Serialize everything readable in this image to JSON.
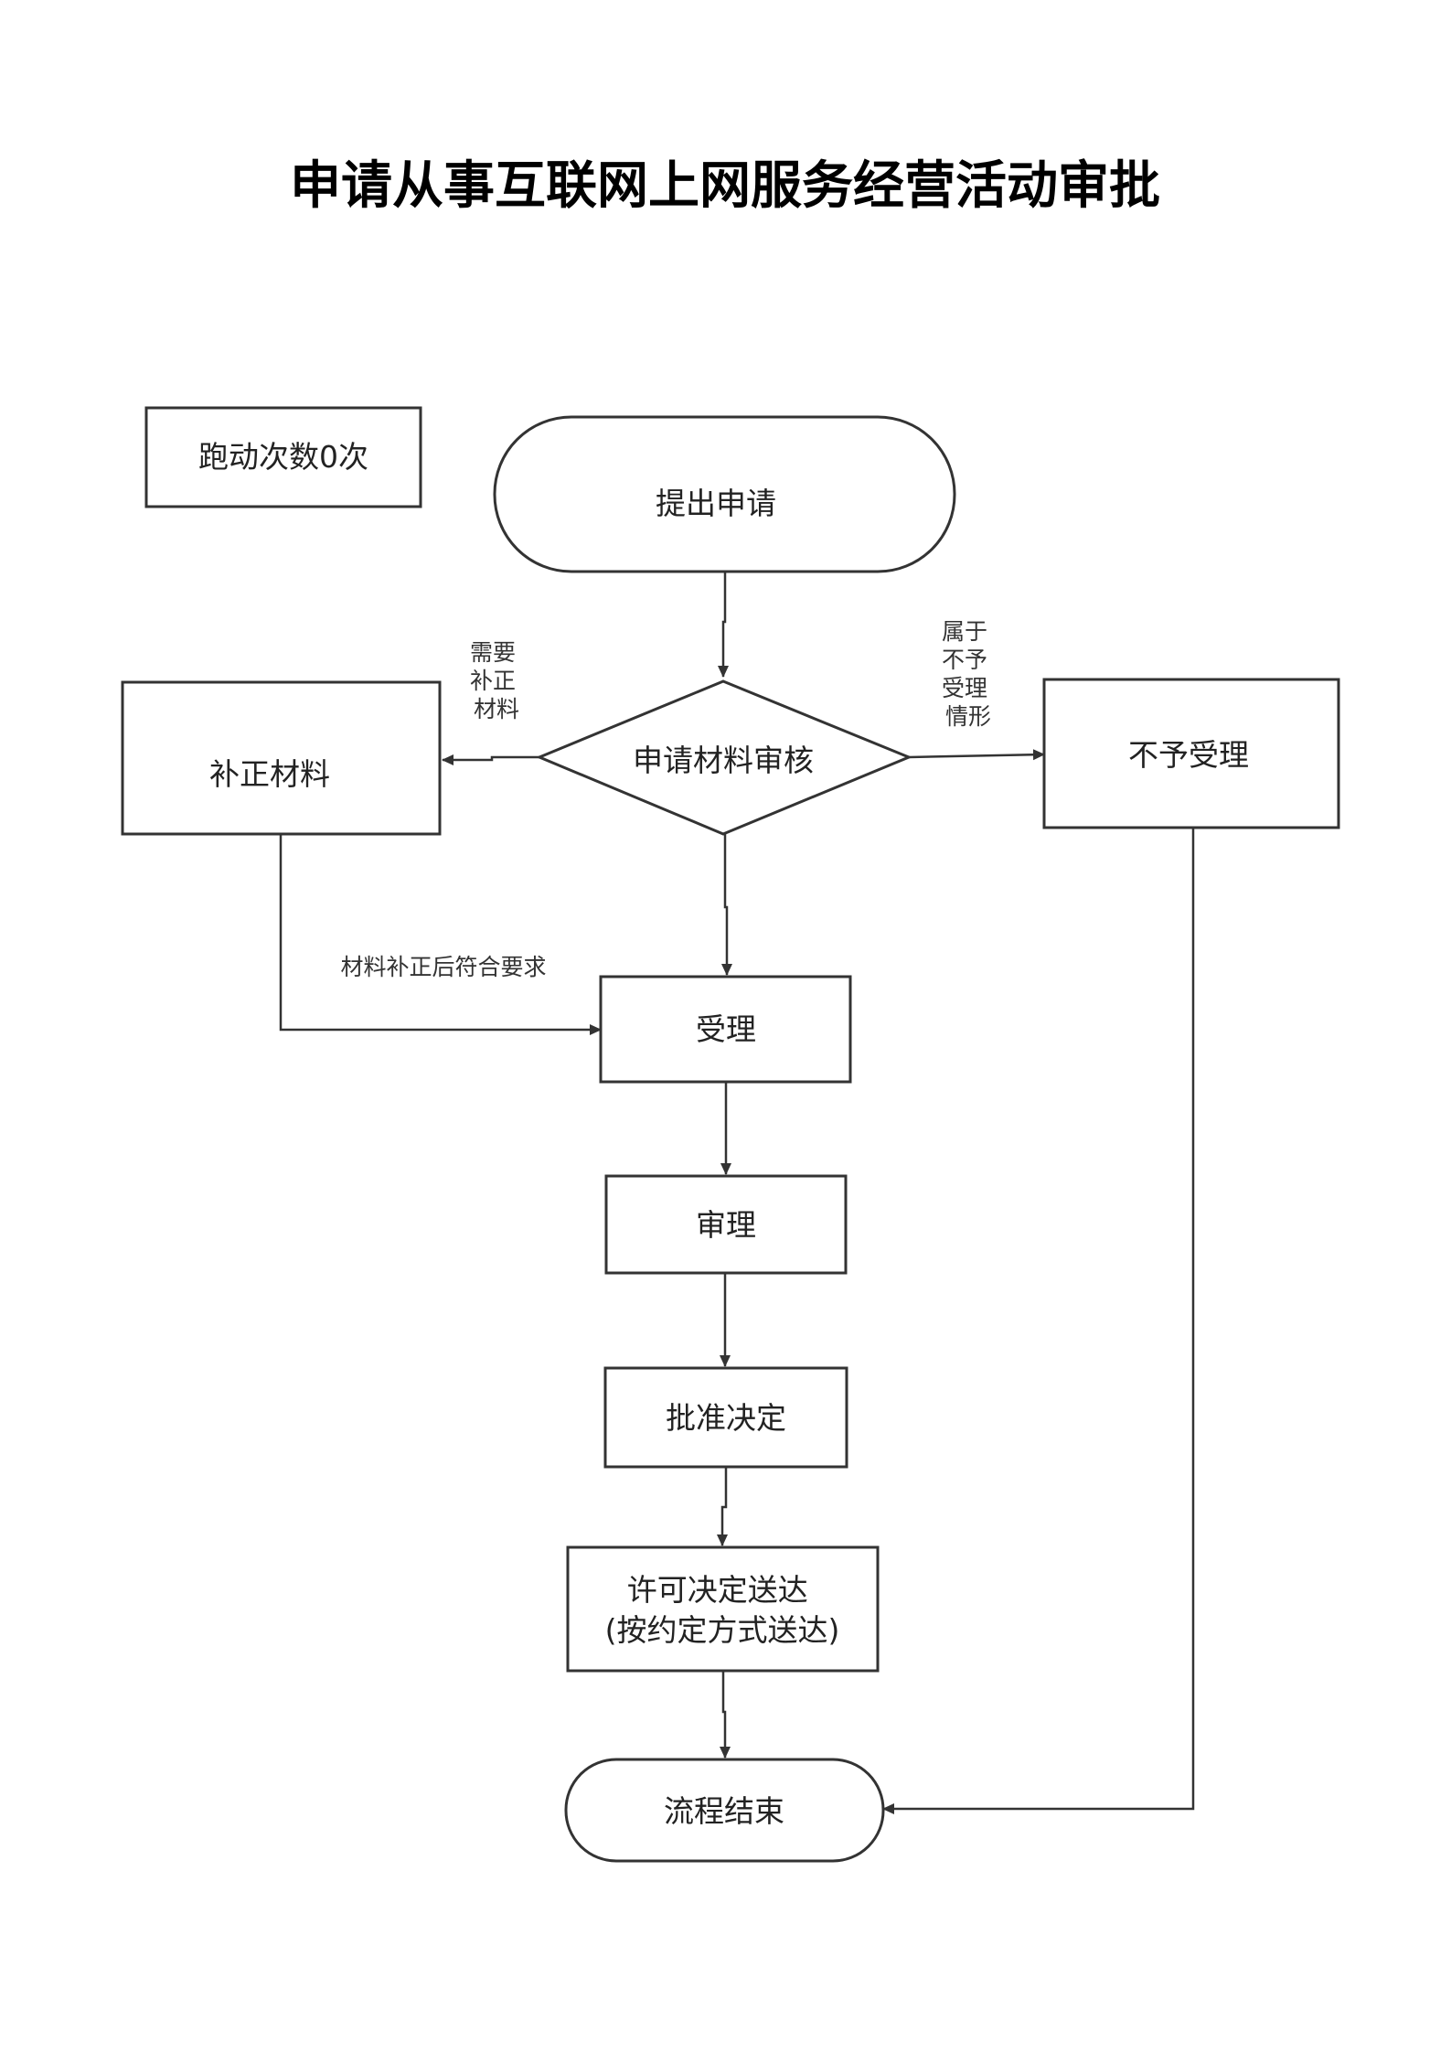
{
  "title": "申请从事互联网上网服务经营活动审批",
  "nodes": {
    "visits": "跑动次数0次",
    "start": "提出申请",
    "review": "申请材料审核",
    "supplement": "补正材料",
    "reject": "不予受理",
    "accept": "受理",
    "examine": "审理",
    "approve": "批准决定",
    "deliver_line1": "许可决定送达",
    "deliver_line2": "(按约定方式送达)",
    "end": "流程结束"
  },
  "edges": {
    "need_supplement": [
      "需要",
      "补正",
      "材料"
    ],
    "reject_condition": [
      "属于",
      "不予",
      "受理",
      "情形"
    ],
    "supplement_ok": "材料补正后符合要求"
  }
}
